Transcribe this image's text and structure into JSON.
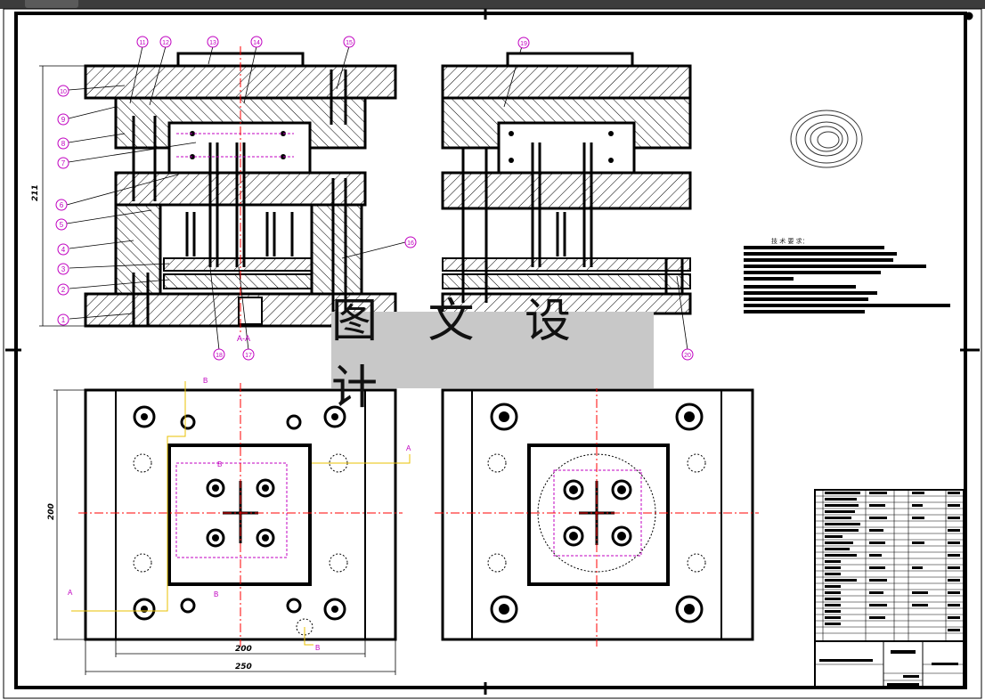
{
  "watermark": {
    "text": "图 文 设 计"
  },
  "part_numbers": [
    "1",
    "2",
    "3",
    "4",
    "5",
    "6",
    "7",
    "8",
    "9",
    "10",
    "11",
    "12",
    "13",
    "14",
    "15",
    "16",
    "17",
    "18",
    "19",
    "20"
  ],
  "section_marks": {
    "aa": "A-A",
    "a": "A",
    "b": "B"
  },
  "dimensions": {
    "height_211": "211",
    "height_200": "200",
    "width_200": "200",
    "width_250": "250"
  },
  "tech_requirements_title": "技 术 要 求：",
  "colors": {
    "line": "#000000",
    "part_label": "#c000c0",
    "center_line": "#ff0000",
    "section_line": "#e8c000",
    "watermark_bg": "#c8c8c8"
  }
}
